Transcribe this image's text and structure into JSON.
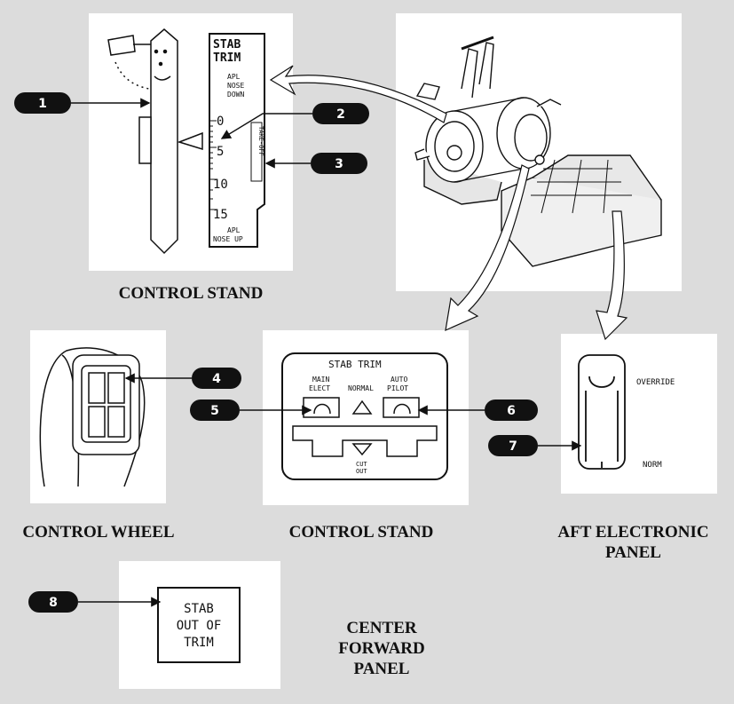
{
  "captions": {
    "control_stand_top": "CONTROL STAND",
    "control_wheel": "CONTROL WHEEL",
    "control_stand_bottom": "CONTROL STAND",
    "aft_electronic_panel_line1": "AFT ELECTRONIC",
    "aft_electronic_panel_line2": "PANEL",
    "center_forward_panel_line1": "CENTER",
    "center_forward_panel_line2": "FORWARD",
    "center_forward_panel_line3": "PANEL"
  },
  "indicator": {
    "title_line1": "STAB",
    "title_line2": "TRIM",
    "apl_nose_down_1": "APL",
    "apl_nose_down_2": "NOSE",
    "apl_nose_down_3": "DOWN",
    "apl_nose_up_1": "APL",
    "apl_nose_up_2": "NOSE UP",
    "tick_0": "0",
    "tick_5": "5",
    "tick_10": "10",
    "tick_15": "15",
    "takeoff_band": "TAKE-OFF"
  },
  "stab_trim_panel": {
    "title": "STAB TRIM",
    "main_elect_1": "MAIN",
    "main_elect_2": "ELECT",
    "normal": "NORMAL",
    "auto_pilot_1": "AUTO",
    "auto_pilot_2": "PILOT",
    "cut_out_1": "CUT",
    "cut_out_2": "OUT"
  },
  "aft_panel": {
    "override": "OVERRIDE",
    "norm": "NORM"
  },
  "warning_light": {
    "line1": "STAB",
    "line2": "OUT OF",
    "line3": "TRIM"
  },
  "callouts": [
    "1",
    "2",
    "3",
    "4",
    "5",
    "6",
    "7",
    "8"
  ]
}
